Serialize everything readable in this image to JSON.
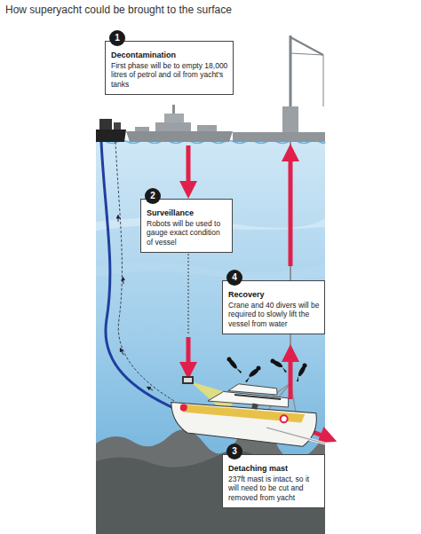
{
  "diagram": {
    "title": "How superyacht could be brought to the surface",
    "nodes": [
      {
        "text": [
          "1",
          "Decontamination",
          "First phase will be to empty 18,000 litres of petrol and oil from yacht's tanks"
        ]
      },
      {
        "text": [
          "2",
          "Surveillance",
          "Robots will be used to gauge exact condition of vessel"
        ]
      },
      {
        "text": [
          "4",
          "Recovery",
          "Crane and 40 divers will be required to slowly lift the vessel from water"
        ]
      },
      {
        "text": [
          "3",
          "Detaching mast",
          "237ft mast is intact, so it will need to be cut and removed from yacht"
        ]
      }
    ]
  }
}
